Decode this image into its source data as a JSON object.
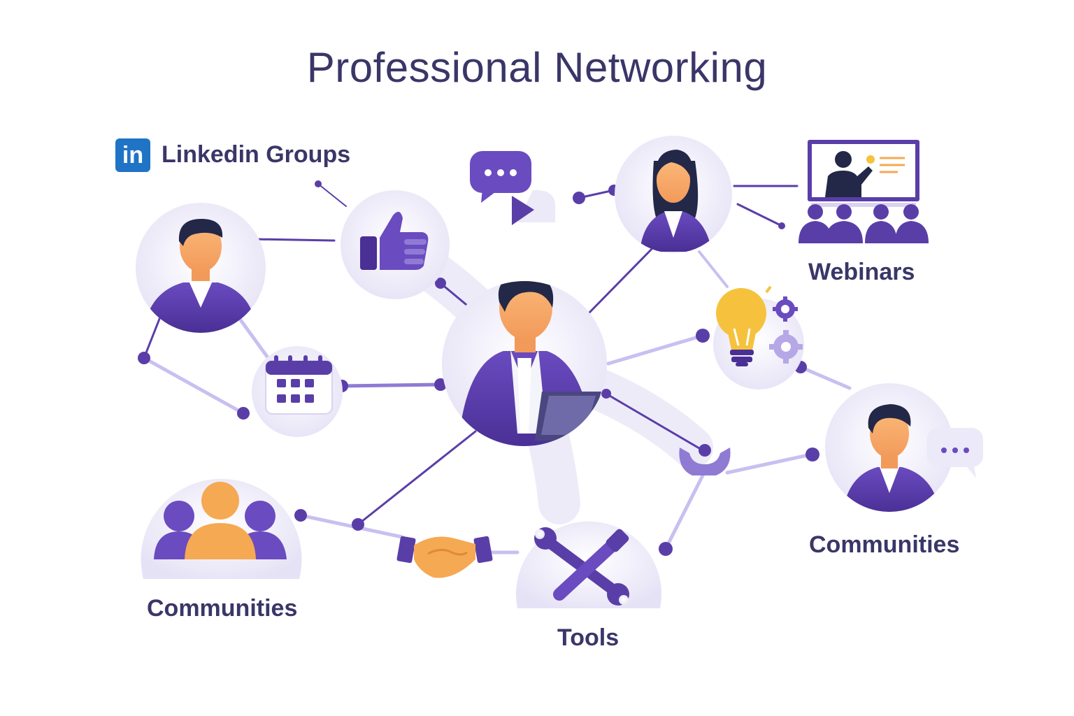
{
  "title": "Professional Networking",
  "labels": {
    "linkedin_badge": "in",
    "linkedin_groups": "Linkedin Groups",
    "webinars": "Webinars",
    "communities_left": "Communities",
    "communities_right": "Communities",
    "tools": "Tools"
  },
  "colors": {
    "primary_purple": "#5a3ea8",
    "light_purple": "#ece9f8",
    "accent_orange": "#f5a953",
    "bulb_yellow": "#f6c23e",
    "text_dark": "#3a3668",
    "linkedin_blue": "#1f74c6"
  },
  "icons": [
    "linkedin-icon",
    "thumbs-up-icon",
    "chat-bubble-icon",
    "calendar-icon",
    "webinar-screen-icon",
    "lightbulb-icon",
    "gear-icon",
    "handshake-icon",
    "tools-icon",
    "group-icon",
    "person-avatar"
  ]
}
